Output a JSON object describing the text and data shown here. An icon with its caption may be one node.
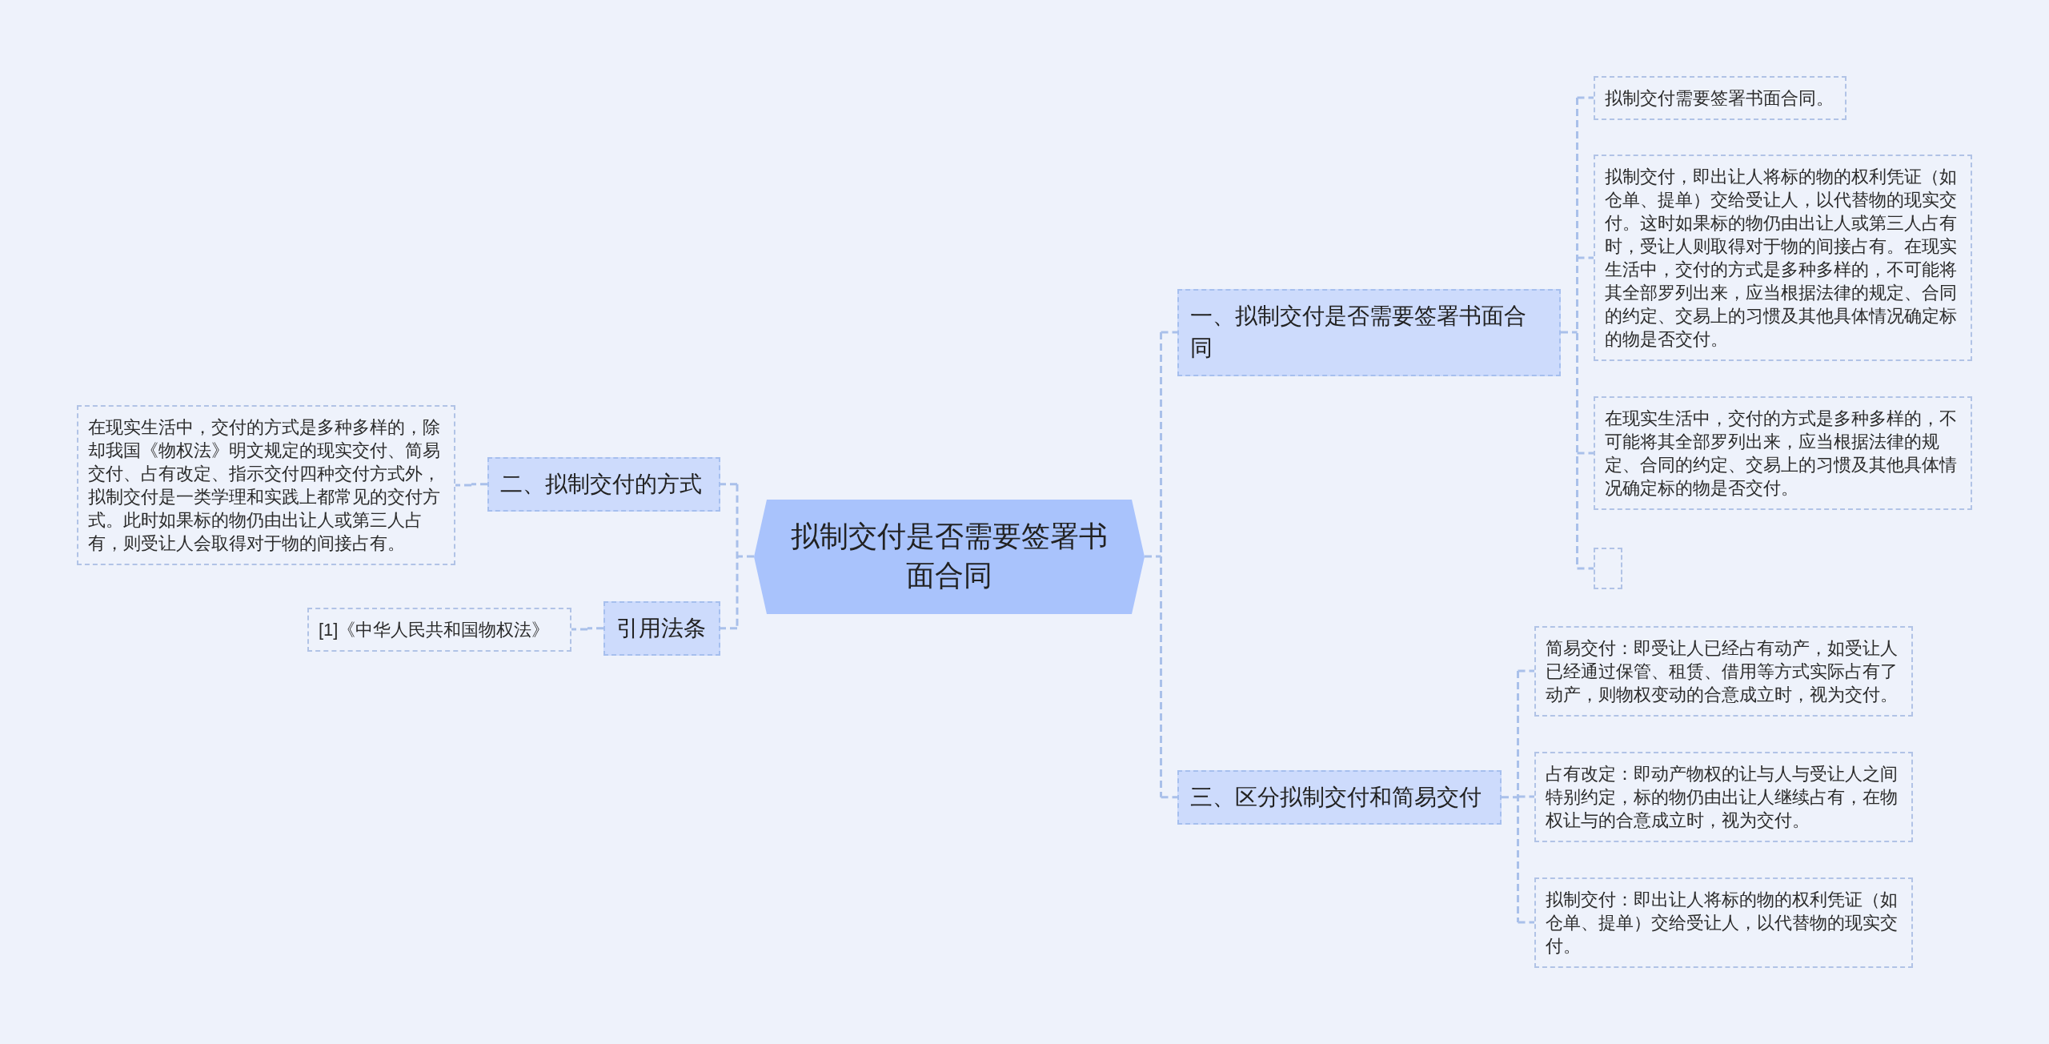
{
  "diagram": {
    "nodes": [
      {
        "text": [
          "拟制交付是否需要签署书面合同"
        ]
      },
      {
        "text": [
          "一、拟制交付是否需要签署书面合同"
        ]
      },
      {
        "text": [
          "拟制交付需要签署书面合同。"
        ]
      },
      {
        "text": [
          "拟制交付，即出让人将标的物的权利凭证（如仓单、提单）交给受让人，以代替物的现实交付。这时如果标的物仍由出让人或第三人占有时，受让人则取得对于物的间接占有。在现实生活中，交付的方式是多种多样的，不可能将其全部罗列出来，应当根据法律的规定、合同的约定、交易上的习惯及其他具体情况确定标的物是否交付。"
        ]
      },
      {
        "text": [
          "在现实生活中，交付的方式是多种多样的，不可能将其全部罗列出来，应当根据法律的规定、合同的约定、交易上的习惯及其他具体情况确定标的物是否交付。"
        ]
      },
      {
        "text": [],
        "shape": "box"
      },
      {
        "text": [
          "二、拟制交付的方式"
        ]
      },
      {
        "text": [
          "在现实生活中，交付的方式是多种多样的，除却我国《物权法》明文规定的现实交付、简易交付、占有改定、指示交付四种交付方式外，拟制交付是一类学理和实践上都常见的交付方式。此时如果标的物仍由出让人或第三人占有，则受让人会取得对于物的间接占有。"
        ]
      },
      {
        "text": [
          "引用法条"
        ]
      },
      {
        "text": [
          "[1]《中华人民共和国物权法》"
        ]
      },
      {
        "text": [
          "三、区分拟制交付和简易交付"
        ]
      },
      {
        "text": [
          "简易交付：即受让人已经占有动产，如受让人已经通过保管、租赁、借用等方式实际占有了动产，则物权变动的合意成立时，视为交付。"
        ]
      },
      {
        "text": [
          "占有改定：即动产物权的让与人与受让人之间特别约定，标的物仍由出让人继续占有，在物权让与的合意成立时，视为交付。"
        ]
      },
      {
        "text": [
          "拟制交付：即出让人将标的物的权利凭证（如仓单、提单）交给受让人，以代替物的现实交付。"
        ]
      }
    ],
    "edges": [
      {
        "from": 0,
        "to": 1,
        "arrow": "none",
        "style": "dashed"
      },
      {
        "from": 1,
        "to": 2,
        "arrow": "none",
        "style": "dashed"
      },
      {
        "from": 1,
        "to": 3,
        "arrow": "none",
        "style": "dashed"
      },
      {
        "from": 1,
        "to": 4,
        "arrow": "none",
        "style": "dashed"
      },
      {
        "from": 1,
        "to": 5,
        "arrow": "none",
        "style": "dashed"
      },
      {
        "from": 0,
        "to": 6,
        "arrow": "none",
        "style": "dashed"
      },
      {
        "from": 6,
        "to": 7,
        "arrow": "none",
        "style": "dashed"
      },
      {
        "from": 0,
        "to": 8,
        "arrow": "none",
        "style": "dashed"
      },
      {
        "from": 8,
        "to": 9,
        "arrow": "none",
        "style": "dashed"
      },
      {
        "from": 0,
        "to": 10,
        "arrow": "none",
        "style": "dashed"
      },
      {
        "from": 10,
        "to": 11,
        "arrow": "none",
        "style": "dashed"
      },
      {
        "from": 10,
        "to": 12,
        "arrow": "none",
        "style": "dashed"
      },
      {
        "from": 10,
        "to": 13,
        "arrow": "none",
        "style": "dashed"
      }
    ]
  }
}
